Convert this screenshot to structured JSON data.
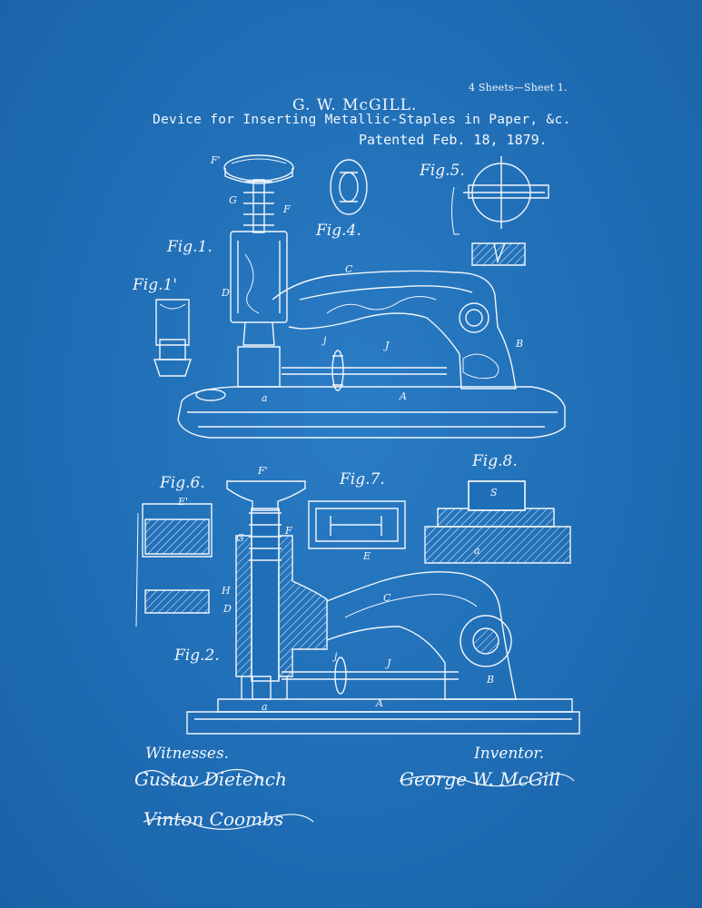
{
  "header": {
    "sheet_info": "4 Sheets—Sheet 1.",
    "inventor_name": "G. W. McGILL.",
    "title": "Device for Inserting Metallic-Staples in Paper, &c.",
    "patent_date": "Patented Feb. 18, 1879."
  },
  "figures": {
    "fig1": "Fig.1.",
    "fig1prime": "Fig.1'",
    "fig2": "Fig.2.",
    "fig4": "Fig.4.",
    "fig5": "Fig.5.",
    "fig6": "Fig.6.",
    "fig7": "Fig.7.",
    "fig8": "Fig.8."
  },
  "part_labels": {
    "F_prime_top": "F'",
    "G_top": "G",
    "F_top": "F",
    "D_top": "D",
    "C_top": "C",
    "B_top": "B",
    "j_top": "j",
    "J_top": "J",
    "A_top": "A",
    "a_top": "a",
    "F_prime_bottom": "F'",
    "G_bottom": "G",
    "F_bottom": "F",
    "H_bottom": "H",
    "D_bottom": "D",
    "C_bottom": "C",
    "B_bottom": "B",
    "j_bottom": "j",
    "J_bottom": "J",
    "A_bottom": "A",
    "a_bottom": "a",
    "E_fig6": "E'",
    "E_fig7": "E",
    "S_fig8": "S",
    "a_fig8": "a"
  },
  "signatures": {
    "witnesses_label": "Witnesses.",
    "witness_1": "Gustav Dietench",
    "witness_2": "Vinton Coombs",
    "inventor_label": "Inventor.",
    "inventor_signature": "George W. McGill"
  },
  "colors": {
    "background": "#1f6fb8",
    "ink": "#f2f6fb"
  }
}
